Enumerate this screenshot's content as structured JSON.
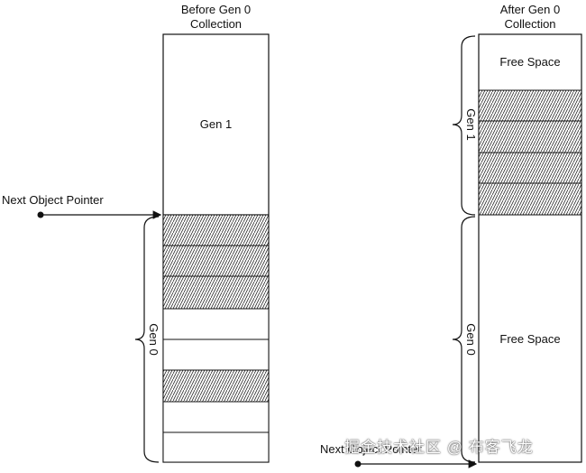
{
  "before": {
    "title_line1": "Before Gen 0",
    "title_line2": "Collection",
    "gen1_label": "Gen 1",
    "gen0_label": "Gen 0"
  },
  "after": {
    "title_line1": "After Gen 0",
    "title_line2": "Collection",
    "free_space_top": "Free Space",
    "free_space_bottom": "Free Space",
    "gen1_label": "Gen 1",
    "gen0_label": "Gen 0"
  },
  "pointer_label": "Next Object Pointer",
  "pointer_label_after": "Next Object Pointer",
  "watermark": "掘金技术社区 @ 布客飞龙",
  "colors": {
    "stroke": "#111111",
    "hatch": "#222222",
    "background": "#ffffff"
  }
}
